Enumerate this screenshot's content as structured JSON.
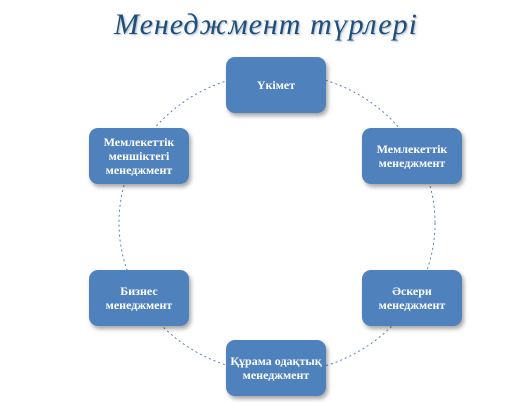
{
  "title": "Менеджмент түрлері",
  "colors": {
    "node_fill": "#4f81bd",
    "node_text": "#ffffff",
    "title": "#1f4e79",
    "ring": "#5b7fb5"
  },
  "nodes": [
    {
      "label": "Үкімет"
    },
    {
      "label": "Мемлекеттік менеджмент"
    },
    {
      "label": "Әскери менеджмент"
    },
    {
      "label": "Құрама одақтық менеджмент"
    },
    {
      "label": "Бизнес менеджмент"
    },
    {
      "label": "Мемлекеттік меншіктегі менеджмент"
    }
  ]
}
